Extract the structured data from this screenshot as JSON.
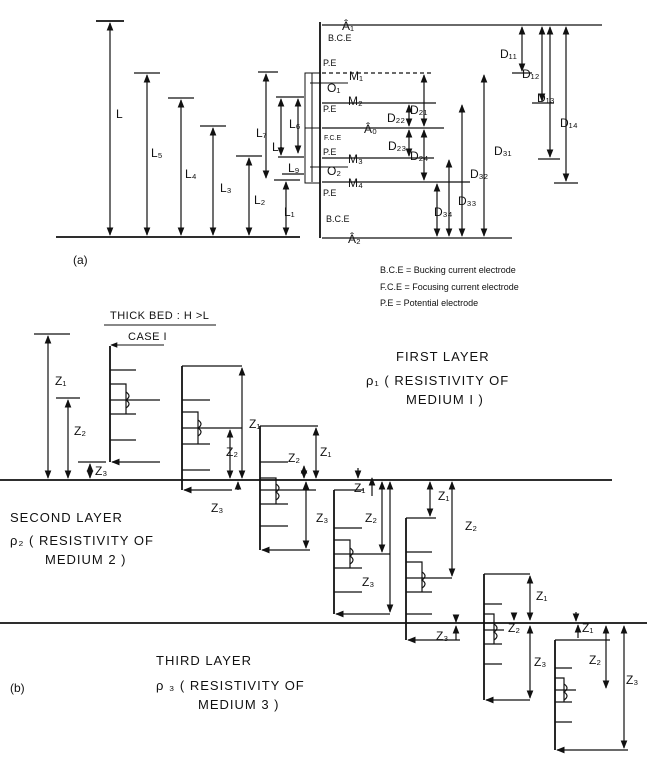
{
  "part_a": {
    "panel_label": "(a)",
    "electrodes": {
      "a1": "Â₁",
      "a0": "Â₀",
      "a2": "Â₂",
      "m1": "M₁",
      "m2": "M₂",
      "m3": "M₃",
      "m4": "M₄",
      "o1": "O₁",
      "o2": "O₂"
    },
    "electrode_types": {
      "bce_top": "B.C.E",
      "pe_1": "P.E",
      "pe_2": "P.E",
      "fce": "F.C.E",
      "pe_3": "P.E",
      "pe_4": "P.E",
      "bce_bottom": "B.C.E"
    },
    "spacings": {
      "L": "L",
      "L1": "L₁",
      "L2": "L₂",
      "L3": "L₃",
      "L4": "L₄",
      "L5": "L₅",
      "L6": "L₆",
      "L7": "L₇",
      "L8": "L₈",
      "L9": "L₉",
      "D11": "D₁₁",
      "D12": "D₁₂",
      "D13": "D₁₃",
      "D14": "D₁₄",
      "D21": "D₂₁",
      "D22": "D₂₂",
      "D23": "D₂₃",
      "D24": "D₂₄",
      "D31": "D₃₁",
      "D32": "D₃₂",
      "D33": "D₃₃",
      "D34": "D₃₄"
    },
    "legend": [
      "B.C.E = Bucking current electrode",
      "F.C.E = Focusing current electrode",
      "P.E    = Potential electrode"
    ]
  },
  "part_b": {
    "panel_label": "(b)",
    "title": "THICK BED : H >L",
    "case_label": "CASE I",
    "layers": {
      "first_name": "FIRST LAYER",
      "first_desc_1": "ρ₁ ( RESISTIVITY OF",
      "first_desc_2": "MEDIUM I )",
      "second_name": "SECOND LAYER",
      "second_desc_1": "ρ₂ ( RESISTIVITY OF",
      "second_desc_2": "MEDIUM 2 )",
      "third_name": "THIRD LAYER",
      "third_desc_1": "ρ ₃ ( RESISTIVITY OF",
      "third_desc_2": "MEDIUM 3 )"
    },
    "depth_labels": {
      "z1": "Z₁",
      "z2": "Z₂",
      "z3": "Z₃"
    }
  }
}
